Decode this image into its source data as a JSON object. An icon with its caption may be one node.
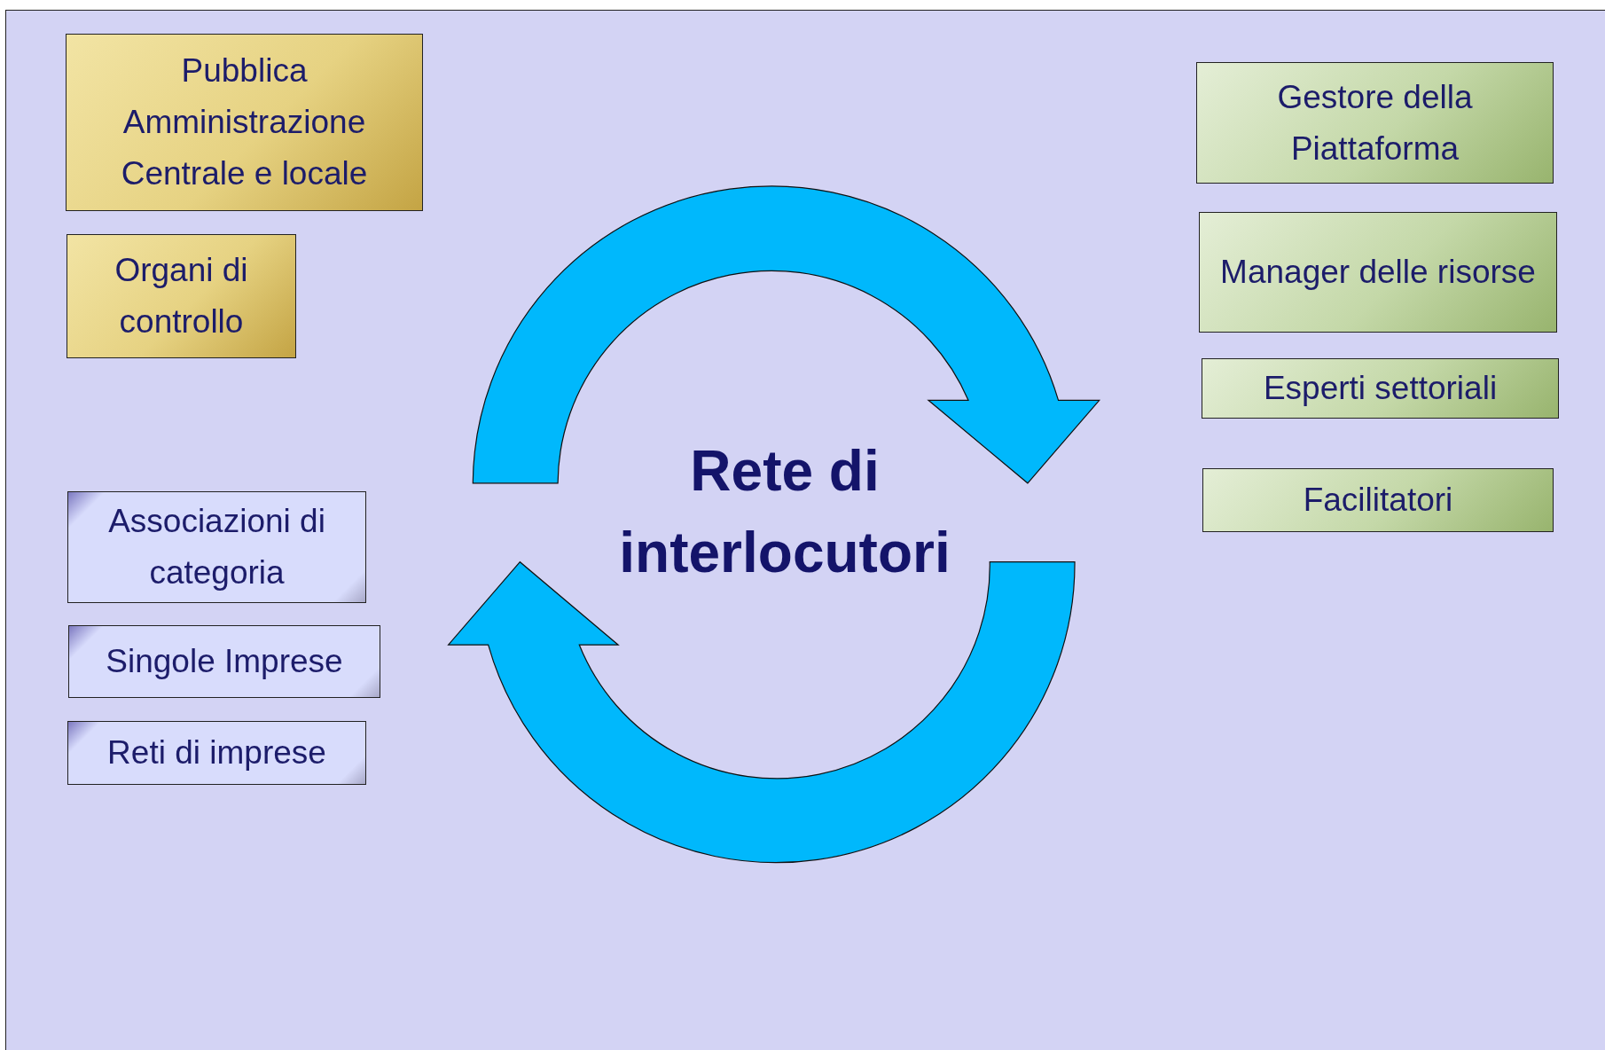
{
  "diagram": {
    "nodes": [
      {
        "text": [
          "Pubblica Amministrazione Centrale e locale"
        ]
      },
      {
        "text": [
          "Organi di controllo"
        ]
      },
      {
        "text": [
          "Associazioni di categoria"
        ]
      },
      {
        "text": [
          "Singole Imprese"
        ]
      },
      {
        "text": [
          "Reti di imprese"
        ]
      },
      {
        "text": [
          "Gestore della Piattaforma"
        ]
      },
      {
        "text": [
          "Manager delle risorse"
        ]
      },
      {
        "text": [
          "Esperti settoriali"
        ]
      },
      {
        "text": [
          "Facilitatori"
        ]
      }
    ],
    "labels": [
      "Rete di interlocutori"
    ]
  }
}
